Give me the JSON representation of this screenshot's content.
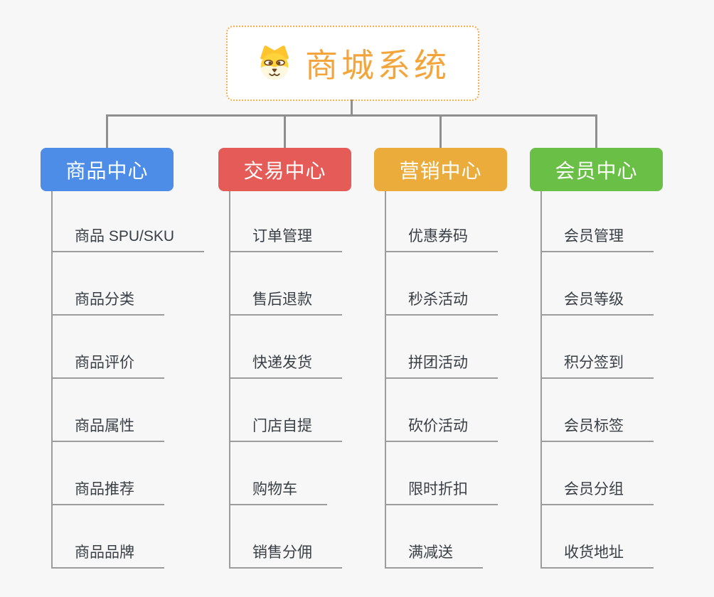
{
  "colors": {
    "background": "#f7f7f7",
    "connector": "#8f8f8f",
    "child_line": "#9c9c9c",
    "root_border": "#f6ae4a",
    "root_text": "#f3a53c",
    "child_text": "#3a3f45"
  },
  "root": {
    "title": "商城系统",
    "icon": "dog-face-icon"
  },
  "branches": [
    {
      "label": "商品中心",
      "color": "#4d8de8",
      "children": [
        "商品 SPU/SKU",
        "商品分类",
        "商品评价",
        "商品属性",
        "商品推荐",
        "商品品牌"
      ]
    },
    {
      "label": "交易中心",
      "color": "#e45b57",
      "children": [
        "订单管理",
        "售后退款",
        "快递发货",
        "门店自提",
        "购物车",
        "销售分佣"
      ]
    },
    {
      "label": "营销中心",
      "color": "#ebac3c",
      "children": [
        "优惠券码",
        "秒杀活动",
        "拼团活动",
        "砍价活动",
        "限时折扣",
        "满减送"
      ]
    },
    {
      "label": "会员中心",
      "color": "#6abf46",
      "children": [
        "会员管理",
        "会员等级",
        "积分签到",
        "会员标签",
        "会员分组",
        "收货地址"
      ]
    }
  ]
}
